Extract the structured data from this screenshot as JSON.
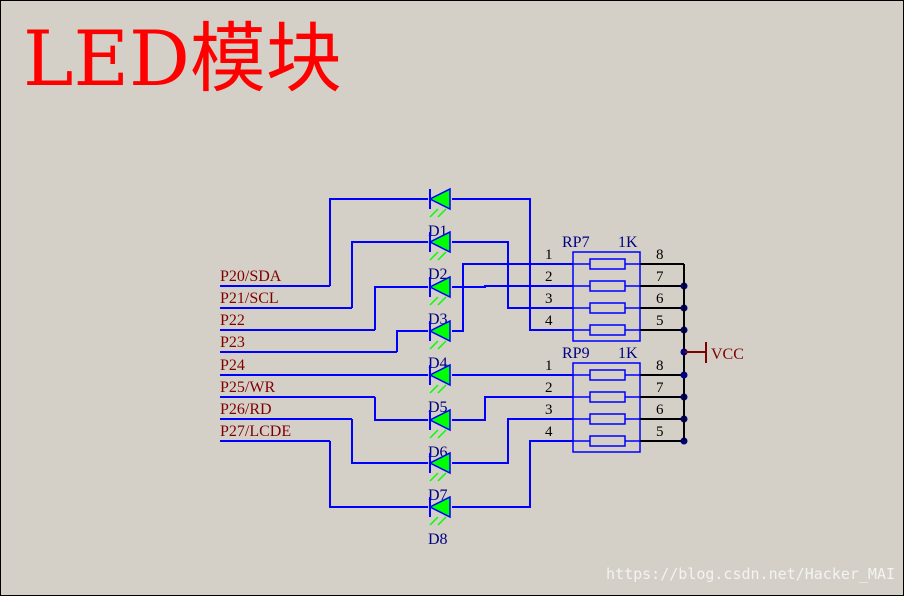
{
  "title": "LED模块",
  "watermark": "https://blog.csdn.net/Hacker_MAI",
  "nets": [
    "P20/SDA",
    "P21/SCL",
    "P22",
    "P23",
    "P24",
    "P25/WR",
    "P26/RD",
    "P27/LCDE"
  ],
  "leds": [
    "D1",
    "D2",
    "D3",
    "D4",
    "D5",
    "D6",
    "D7",
    "D8"
  ],
  "resistor_packs": [
    {
      "ref": "RP7",
      "value": "1K",
      "left_pins": [
        "1",
        "2",
        "3",
        "4"
      ],
      "right_pins": [
        "8",
        "7",
        "6",
        "5"
      ]
    },
    {
      "ref": "RP9",
      "value": "1K",
      "left_pins": [
        "1",
        "2",
        "3",
        "4"
      ],
      "right_pins": [
        "8",
        "7",
        "6",
        "5"
      ]
    }
  ],
  "power": {
    "label": "VCC"
  },
  "colors": {
    "title": "#ff0000",
    "wire": "#0000ff",
    "net_label": "#800000",
    "component_label": "#000080",
    "led_fill": "#00ff00",
    "led_outline": "#0000ff",
    "bus": "#000080",
    "background": "#d4d0c8"
  }
}
